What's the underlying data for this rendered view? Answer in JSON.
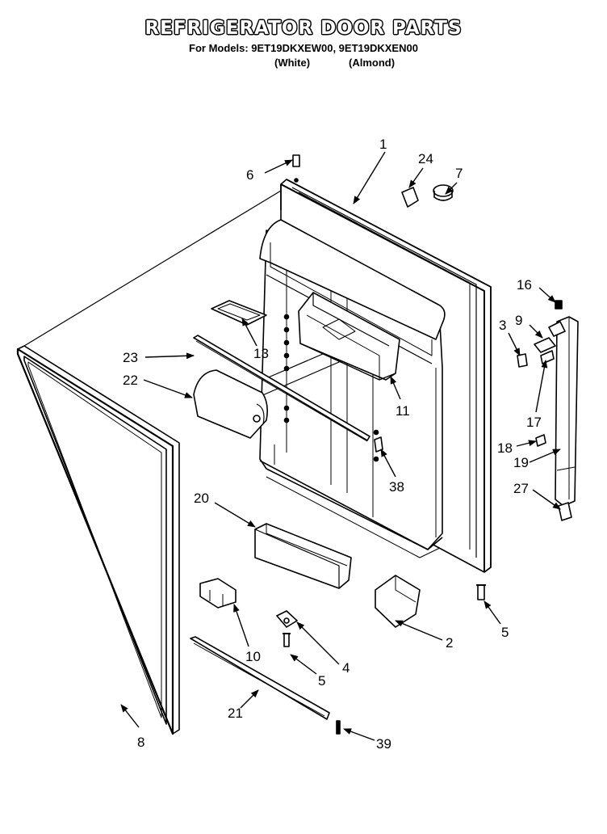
{
  "header": {
    "title": "REFRIGERATOR DOOR PARTS",
    "models": "For Models: 9ET19DKXEW00, 9ET19DKXEN00",
    "variant_white": "(White)",
    "variant_almond": "(Almond)"
  },
  "callouts": [
    {
      "id": "c1",
      "text": "1"
    },
    {
      "id": "c24",
      "text": "24"
    },
    {
      "id": "c7",
      "text": "7"
    },
    {
      "id": "c6",
      "text": "6"
    },
    {
      "id": "c16",
      "text": "16"
    },
    {
      "id": "c3",
      "text": "3"
    },
    {
      "id": "c9",
      "text": "9"
    },
    {
      "id": "c13",
      "text": "13"
    },
    {
      "id": "c23",
      "text": "23"
    },
    {
      "id": "c22",
      "text": "22"
    },
    {
      "id": "c11",
      "text": "11"
    },
    {
      "id": "c17",
      "text": "17"
    },
    {
      "id": "c18",
      "text": "18"
    },
    {
      "id": "c19",
      "text": "19"
    },
    {
      "id": "c38",
      "text": "38"
    },
    {
      "id": "c27",
      "text": "27"
    },
    {
      "id": "c20",
      "text": "20"
    },
    {
      "id": "c5a",
      "text": "5"
    },
    {
      "id": "c2",
      "text": "2"
    },
    {
      "id": "c4",
      "text": "4"
    },
    {
      "id": "c10",
      "text": "10"
    },
    {
      "id": "c5b",
      "text": "5"
    },
    {
      "id": "c21",
      "text": "21"
    },
    {
      "id": "c8",
      "text": "8"
    },
    {
      "id": "c39",
      "text": "39"
    }
  ]
}
